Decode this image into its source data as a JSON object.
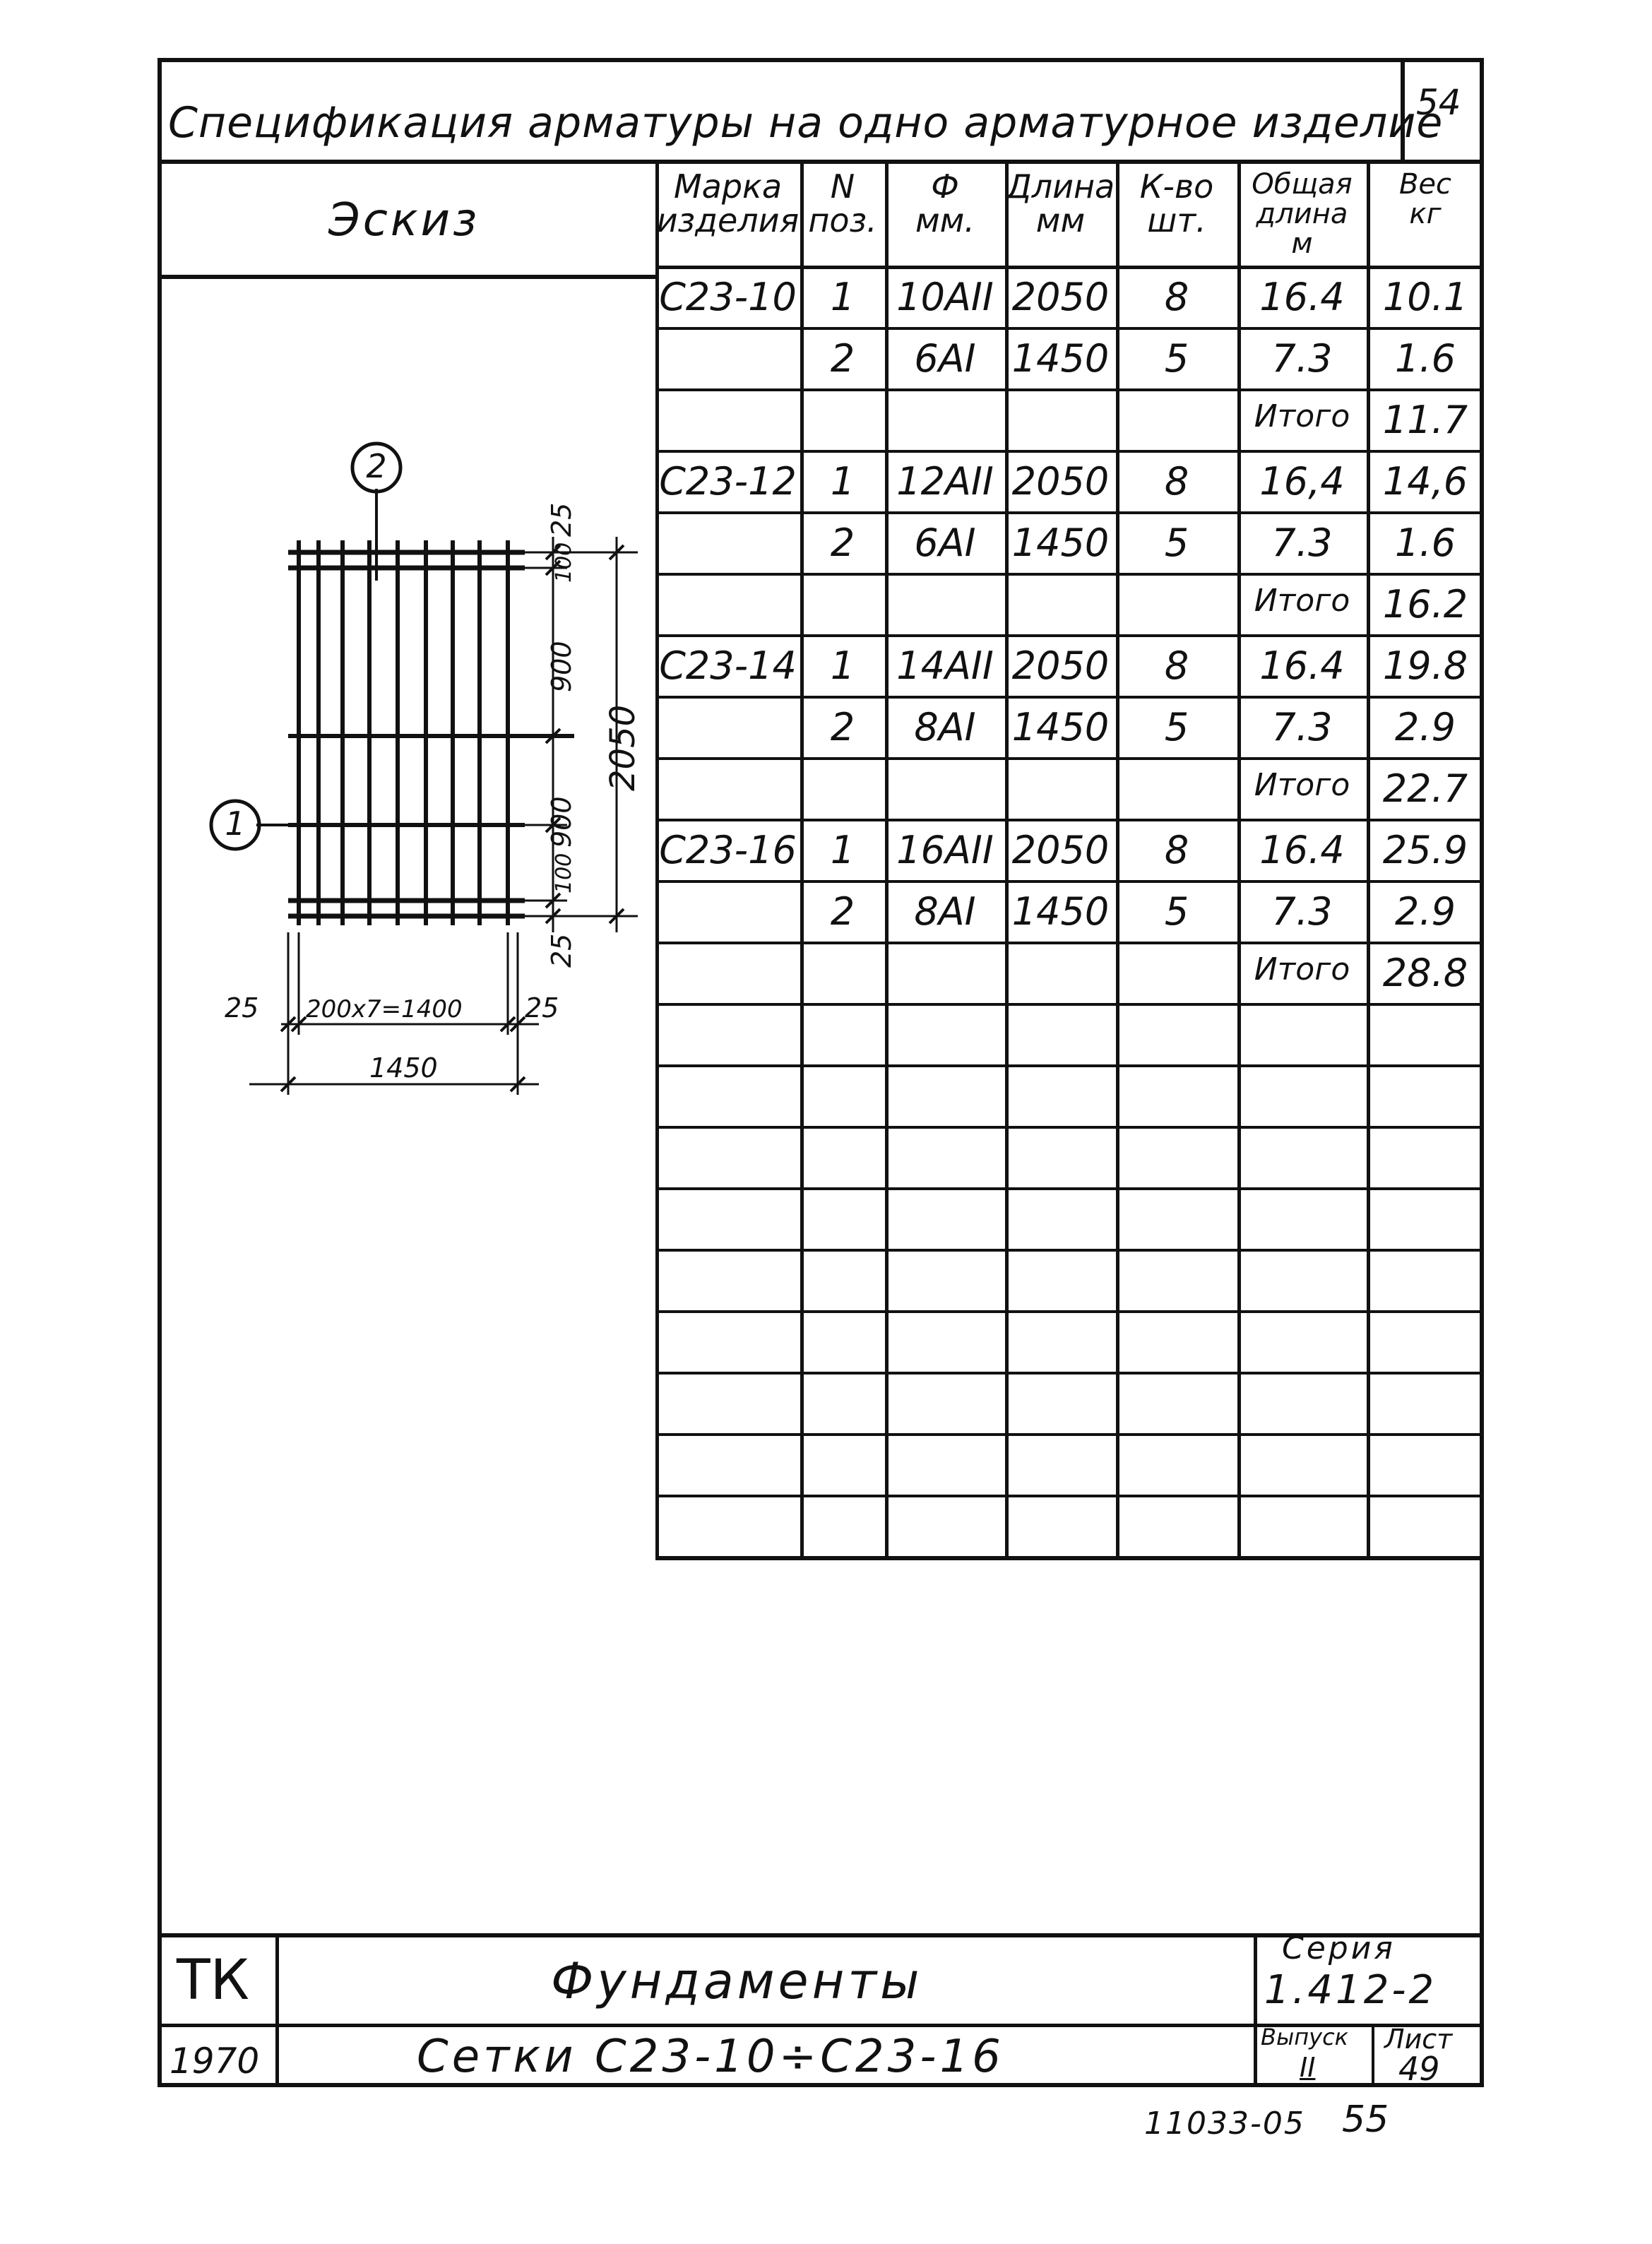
{
  "title": "Спецификация арматуры на одно арматурное изделие",
  "sheet_corner_number": "54",
  "sketch_label": "Эскиз",
  "columns": [
    {
      "line1": "Марка",
      "line2": "изделия"
    },
    {
      "line1": "N",
      "line2": "поз."
    },
    {
      "line1": "Ф",
      "line2": "мм."
    },
    {
      "line1": "Длина",
      "line2": "мм"
    },
    {
      "line1": "К-во",
      "line2": "шт."
    },
    {
      "line1": "Общая",
      "line2": "длина",
      "line3": "м"
    },
    {
      "line1": "Вес",
      "line2": "кг"
    }
  ],
  "rows": [
    {
      "mark": "С23-10",
      "pos": "1",
      "dia": "10АII",
      "length": "2050",
      "qty": "8",
      "total_len": "16.4",
      "weight": "10.1"
    },
    {
      "mark": "",
      "pos": "2",
      "dia": "6АI",
      "length": "1450",
      "qty": "5",
      "total_len": "7.3",
      "weight": "1.6"
    },
    {
      "mark": "",
      "pos": "",
      "dia": "",
      "length": "",
      "qty": "",
      "total_len": "Итого",
      "weight": "11.7"
    },
    {
      "mark": "С23-12",
      "pos": "1",
      "dia": "12АII",
      "length": "2050",
      "qty": "8",
      "total_len": "16,4",
      "weight": "14,6"
    },
    {
      "mark": "",
      "pos": "2",
      "dia": "6АI",
      "length": "1450",
      "qty": "5",
      "total_len": "7.3",
      "weight": "1.6"
    },
    {
      "mark": "",
      "pos": "",
      "dia": "",
      "length": "",
      "qty": "",
      "total_len": "Итого",
      "weight": "16.2"
    },
    {
      "mark": "С23-14",
      "pos": "1",
      "dia": "14АII",
      "length": "2050",
      "qty": "8",
      "total_len": "16.4",
      "weight": "19.8"
    },
    {
      "mark": "",
      "pos": "2",
      "dia": "8АI",
      "length": "1450",
      "qty": "5",
      "total_len": "7.3",
      "weight": "2.9"
    },
    {
      "mark": "",
      "pos": "",
      "dia": "",
      "length": "",
      "qty": "",
      "total_len": "Итого",
      "weight": "22.7"
    },
    {
      "mark": "С23-16",
      "pos": "1",
      "dia": "16АII",
      "length": "2050",
      "qty": "8",
      "total_len": "16.4",
      "weight": "25.9"
    },
    {
      "mark": "",
      "pos": "2",
      "dia": "8АI",
      "length": "1450",
      "qty": "5",
      "total_len": "7.3",
      "weight": "2.9"
    },
    {
      "mark": "",
      "pos": "",
      "dia": "",
      "length": "",
      "qty": "",
      "total_len": "Итого",
      "weight": "28.8"
    }
  ],
  "empty_rows": 9,
  "sketch": {
    "pos_marker_top": "2",
    "pos_marker_left": "1",
    "dim_top_25": "25",
    "dim_100_top": "100",
    "dim_900_upper": "900",
    "dim_900_lower": "900",
    "dim_100_bottom": "100",
    "dim_bottom_25": "25",
    "dim_total_height": "2050",
    "dim_left_25": "25",
    "dim_spacing": "200x7=1400",
    "dim_right_25": "25",
    "dim_total_width": "1450"
  },
  "title_block": {
    "org": "ТК",
    "year": "1970",
    "subject": "Фундаменты",
    "drawing_title": "Сетки С23-10÷С23-16",
    "series_label": "Серия",
    "series_value": "1.412-2",
    "issue_label": "Выпуск",
    "issue_value": "II",
    "sheet_label": "Лист",
    "sheet_value": "49"
  },
  "footer_number": "11033-05",
  "footer_page": "55"
}
